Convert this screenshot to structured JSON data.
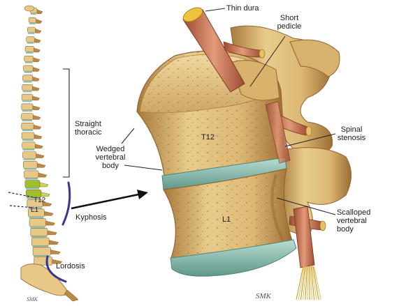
{
  "labels": {
    "thin_dura": "Thin dura",
    "short_pedicle": [
      "Short",
      "pedicle"
    ],
    "straight_thoracic": [
      "Straight",
      "thoracic"
    ],
    "spinal_stenosis": [
      "Spinal",
      "stenosis"
    ],
    "wedged_vertebral_body": [
      "Wedged",
      "vertebral",
      "body"
    ],
    "scalloped_vertebral_body": [
      "Scalloped",
      "vertebral",
      "body"
    ],
    "kyphosis": "Kyphosis",
    "lordosis": "Lordosis",
    "t12_small": "T12",
    "l1_small": "L1",
    "t12_large": "T12",
    "l1_large": "L1",
    "signature": "SMK"
  },
  "colors": {
    "bone": "#e7c887",
    "bone_dark": "#b98a47",
    "bone_shadow": "#8f6630",
    "disc": "#8fc0b4",
    "disc_dark": "#5f9789",
    "highlight_green": "#9fbf2a",
    "nerve": "#d4785a",
    "nerve_dark": "#9c4b34",
    "curve_stroke": "#3a3590",
    "line": "#222222"
  }
}
